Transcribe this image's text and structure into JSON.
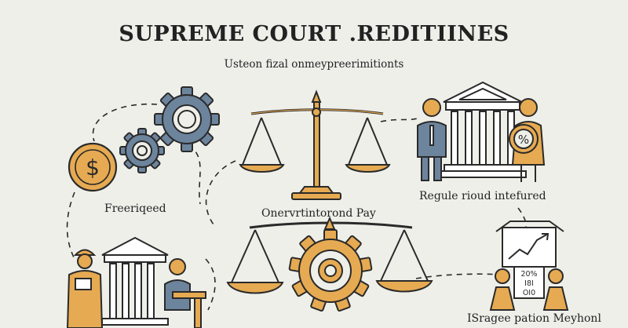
{
  "header": {
    "title": "SUPREME COURT .REDITIINES",
    "subtitle": "Usteon fizal onmeypreerimitionts"
  },
  "nodes": {
    "money_gears": {
      "label": "Freeriqeed",
      "icon": "dollar-coin-gears"
    },
    "scale_top": {
      "label": "Onervrtintorond Pay",
      "icon": "balance-scale"
    },
    "courthouse_people": {
      "label": "Regule rioud intefured",
      "icon": "courthouse-with-people"
    },
    "scale_gear": {
      "label": "",
      "icon": "balance-scale-gear"
    },
    "worker_courthouse": {
      "label": "",
      "icon": "worker-courthouse"
    },
    "chart_people": {
      "label": "ISragee pation Meyhonl",
      "icon": "growth-chart-people"
    }
  },
  "chart_sign": {
    "percent": "20%",
    "numbers": "I8I",
    "sub": "OI0"
  },
  "badge": {
    "symbol": "%"
  },
  "coin": {
    "symbol": "$"
  },
  "colors": {
    "gold": "#e6aa52",
    "blue": "#6d849d",
    "outline": "#2a2a2a",
    "background": "#efefea"
  }
}
